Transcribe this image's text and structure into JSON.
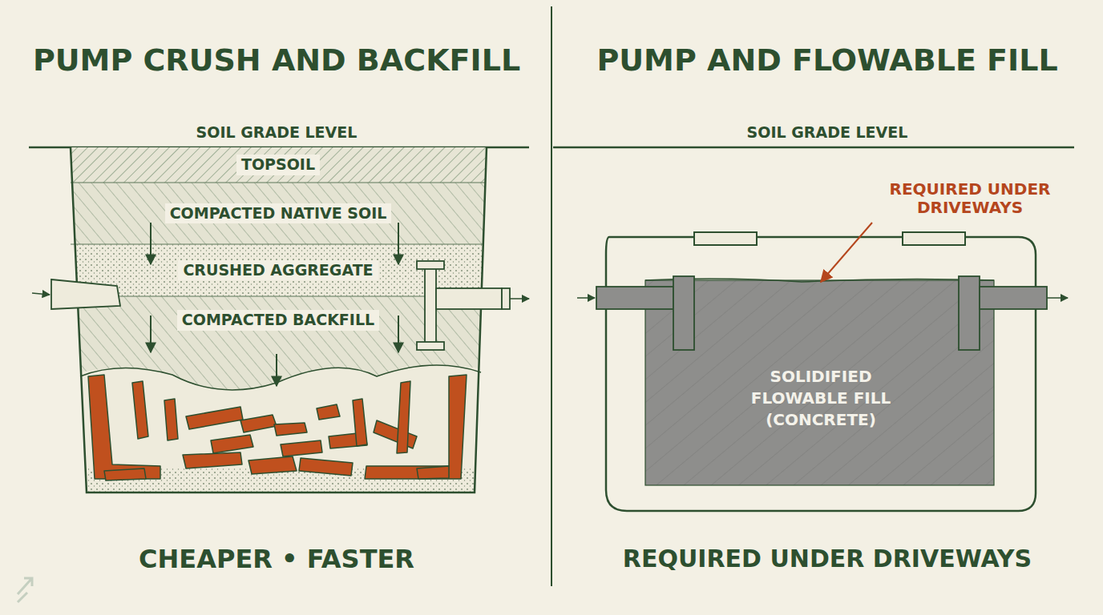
{
  "diagram": {
    "nodes": [
      {
        "text": [
          "TOPSOIL"
        ]
      },
      {
        "text": [
          "COMPACTED NATIVE SOIL"
        ]
      },
      {
        "text": [
          "CRUSHED AGGREGATE"
        ]
      },
      {
        "text": [
          "COMPACTED BACKFILL"
        ]
      },
      {
        "text": [
          "SOLIDIFIED FLOWABLE FILL (CONCRETE)"
        ]
      }
    ],
    "labels": [
      "PUMP CRUSH AND BACKFILL",
      "PUMP AND FLOWABLE FILL",
      "SOIL GRADE LEVEL",
      "SOIL GRADE LEVEL",
      "REQUIRED UNDER DRIVEWAYS",
      "CHEAPER • FASTER",
      "REQUIRED UNDER DRIVEWAYS"
    ]
  }
}
